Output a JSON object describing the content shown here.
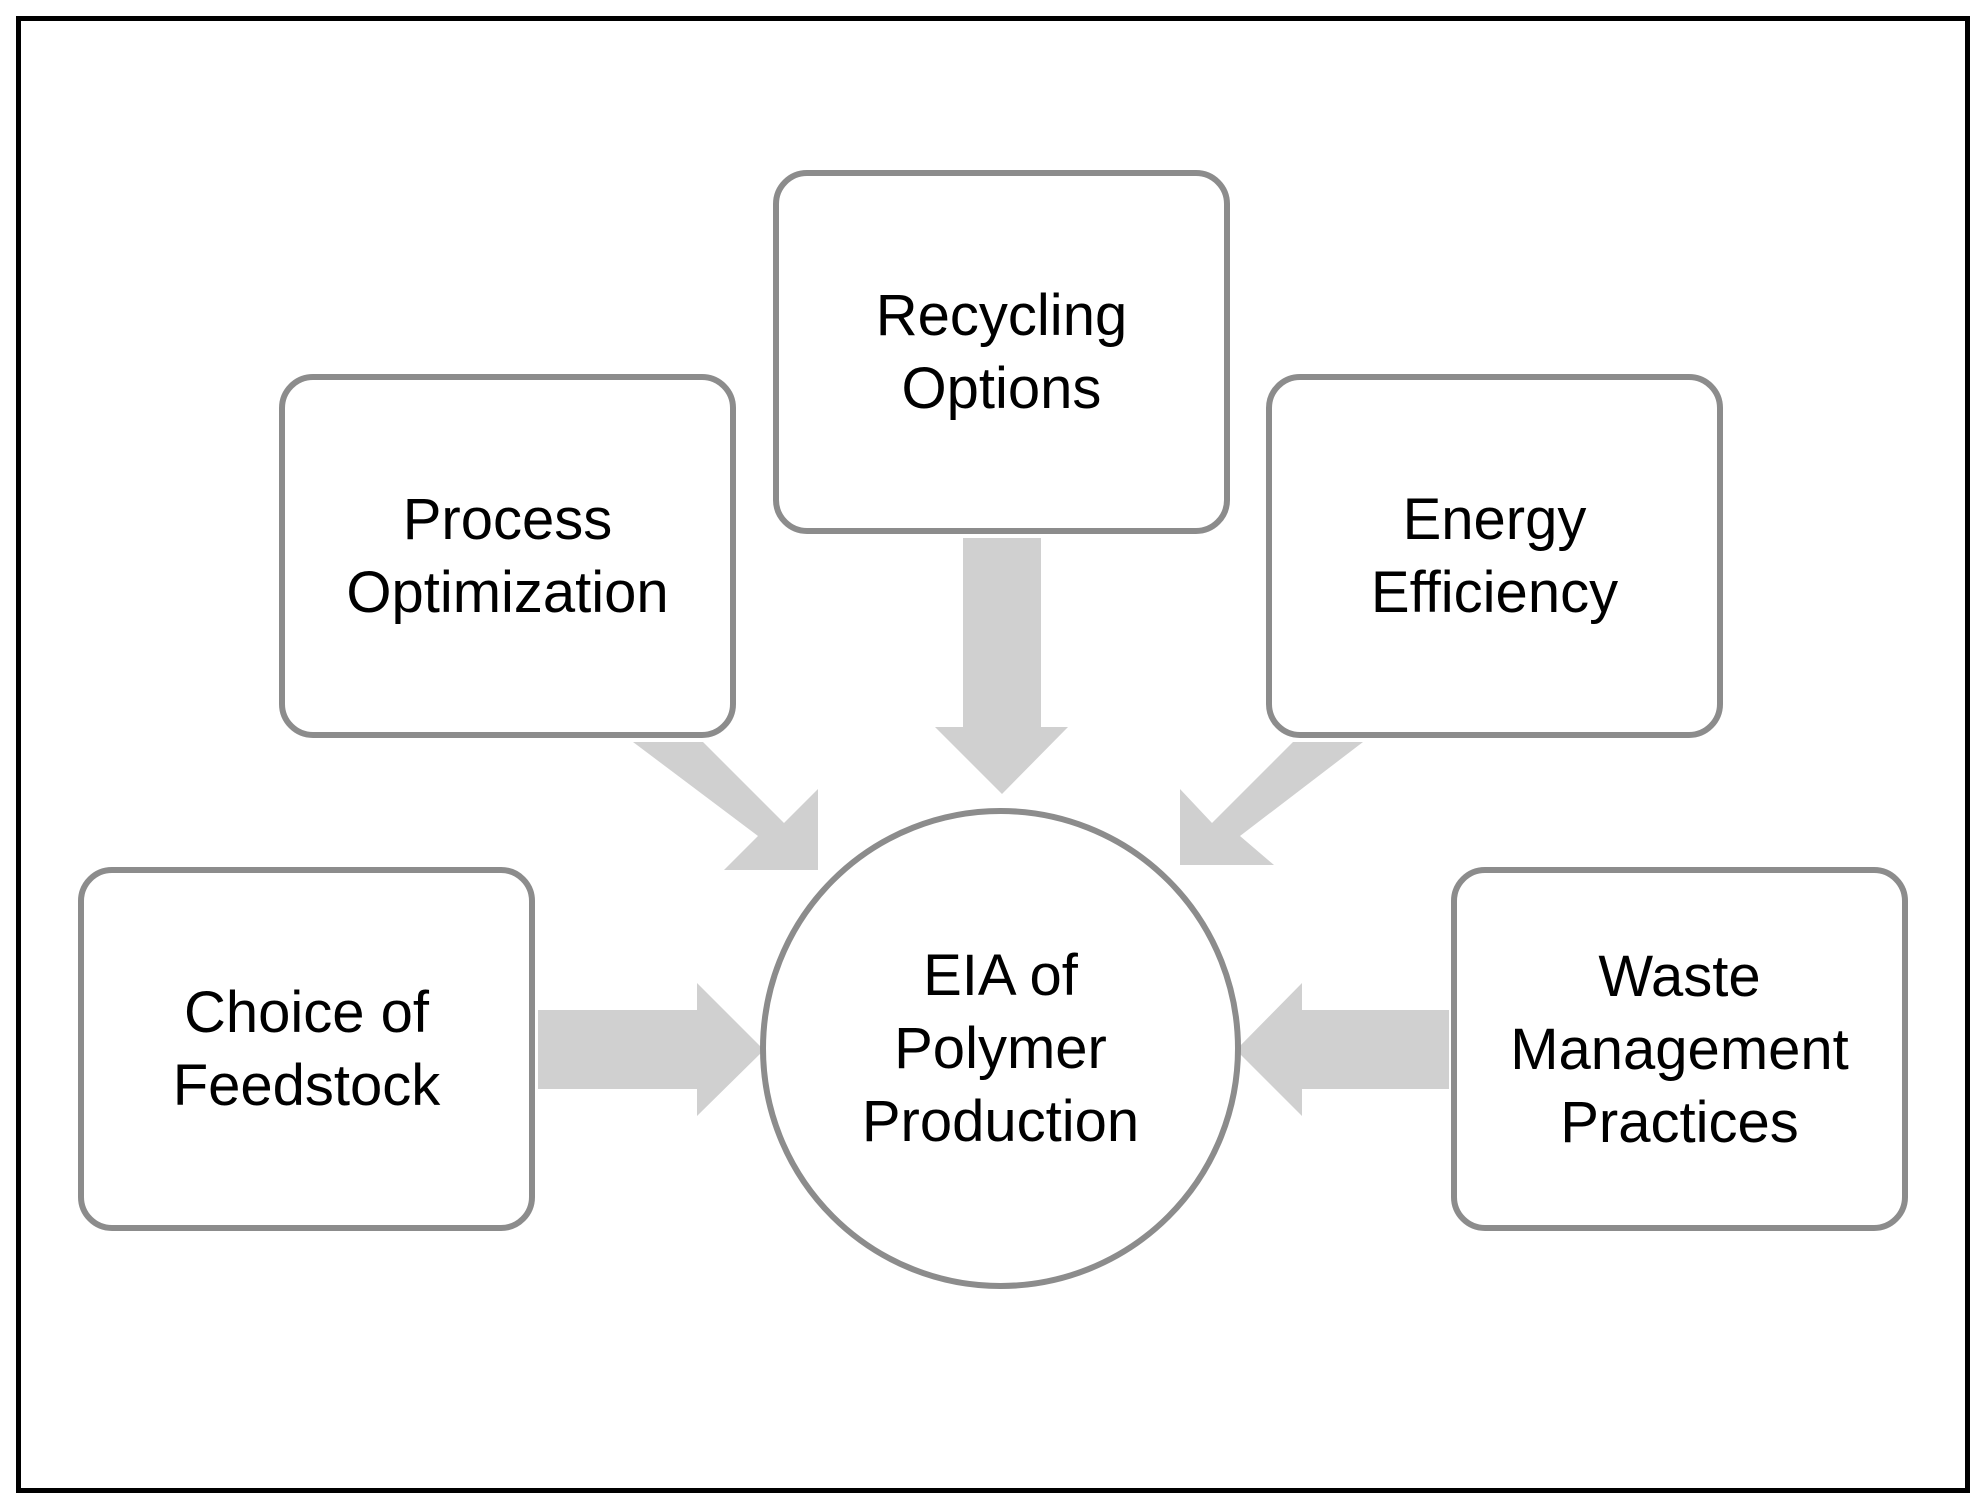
{
  "diagram": {
    "center": {
      "lines": [
        "EIA of",
        "Polymer",
        "Production"
      ]
    },
    "nodes": {
      "recycling": {
        "lines": [
          "Recycling",
          "Options"
        ]
      },
      "process": {
        "lines": [
          "Process",
          "Optimization"
        ]
      },
      "energy": {
        "lines": [
          "Energy",
          "Efficiency"
        ]
      },
      "feedstock": {
        "lines": [
          "Choice of",
          "Feedstock"
        ]
      },
      "waste": {
        "lines": [
          "Waste",
          "Management",
          "Practices"
        ]
      }
    },
    "arrows": [
      {
        "from": "recycling",
        "to": "center"
      },
      {
        "from": "process",
        "to": "center"
      },
      {
        "from": "energy",
        "to": "center"
      },
      {
        "from": "feedstock",
        "to": "center"
      },
      {
        "from": "waste",
        "to": "center"
      }
    ],
    "colors": {
      "frame_border": "#000000",
      "node_border": "#8c8c8c",
      "arrow_fill": "#d0d0d0",
      "text": "#000000"
    }
  }
}
